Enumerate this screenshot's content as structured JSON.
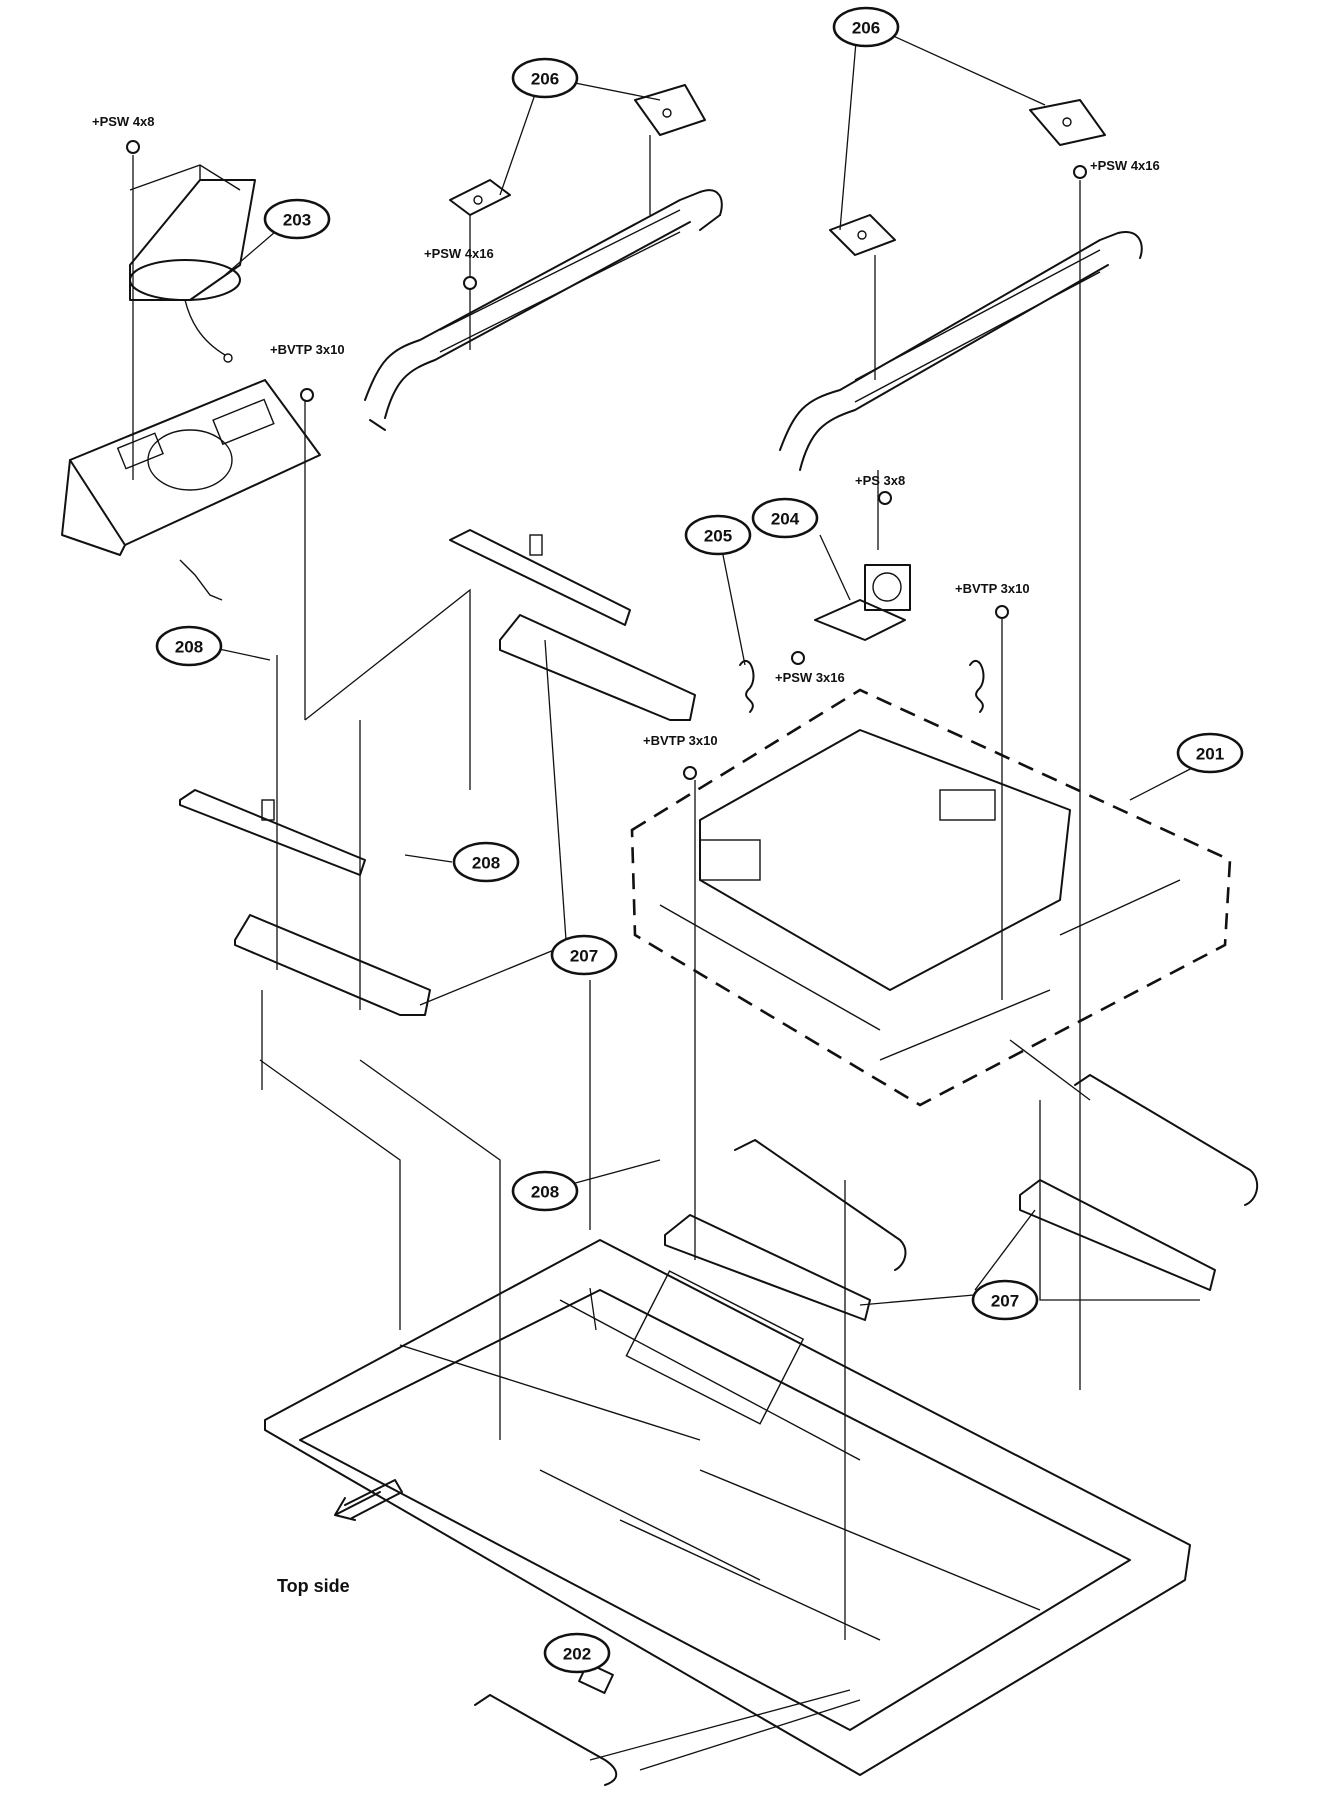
{
  "callouts": {
    "c201": "201",
    "c202": "202",
    "c203": "203",
    "c204": "204",
    "c205": "205",
    "c206a": "206",
    "c206b": "206",
    "c207a": "207",
    "c207b": "207",
    "c208a": "208",
    "c208b": "208",
    "c208c": "208"
  },
  "screws": {
    "psw4x8": "+PSW 4x8",
    "psw4x16_left": "+PSW 4x16",
    "psw4x16_right": "+PSW 4x16",
    "bvtp3x10_left": "+BVTP 3x10",
    "bvtp3x10_mid": "+BVTP 3x10",
    "bvtp3x10_right": "+BVTP 3x10",
    "ps3x8": "+PS 3x8",
    "psw3x16": "+PSW 3x16"
  },
  "caption": {
    "top_side": "Top side"
  }
}
